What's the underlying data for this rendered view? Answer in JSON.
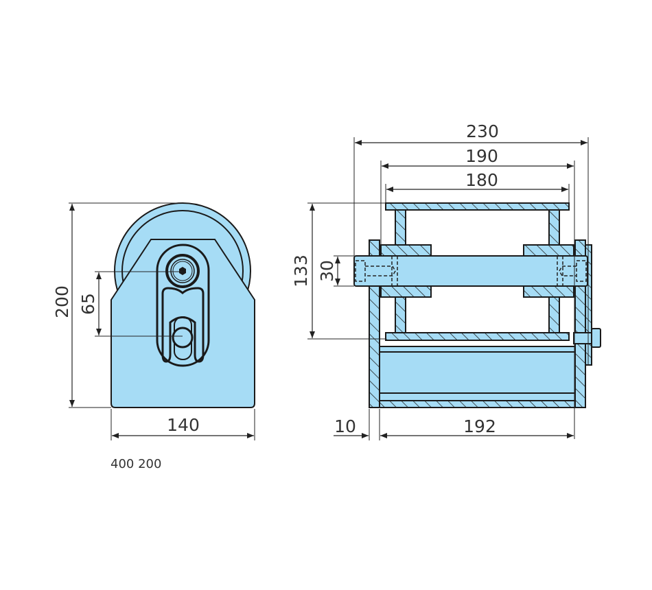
{
  "drawing": {
    "part_number": "400 200",
    "fill_color": "#a6dcf5",
    "front_view": {
      "dim_height": "200",
      "dim_axle_offset": "65",
      "dim_width": "140"
    },
    "side_view": {
      "dim_overall": "230",
      "dim_frame": "190",
      "dim_drum": "180",
      "dim_drum_diameter": "133",
      "dim_shaft": "30",
      "dim_plate": "10",
      "dim_inner": "192"
    }
  }
}
